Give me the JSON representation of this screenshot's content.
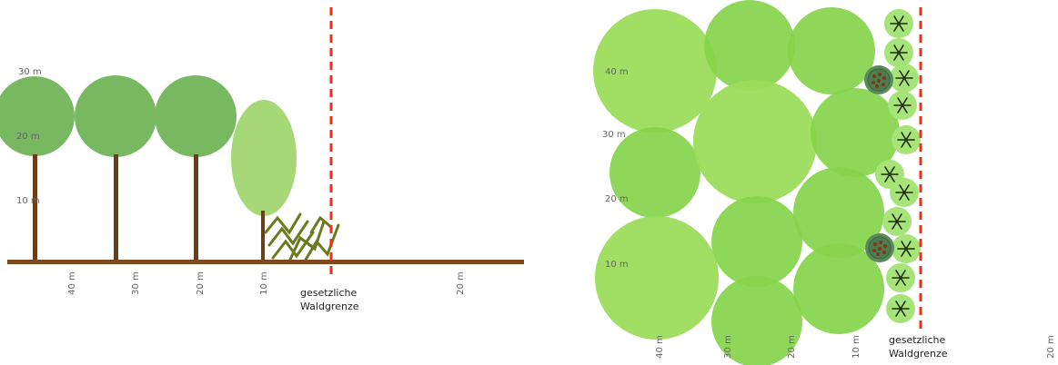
{
  "side_view": {
    "height_labels": [
      "30 m",
      "20 m",
      "10 m"
    ],
    "distance_labels": [
      "40 m",
      "30 m",
      "20 m",
      "10 m",
      "20 m"
    ],
    "boundary_label_line1": "gesetzliche",
    "boundary_label_line2": "Waldgrenze"
  },
  "top_view": {
    "row_labels": [
      "40 m",
      "30 m",
      "20 m",
      "10 m"
    ],
    "distance_labels": [
      "40 m",
      "30 m",
      "20 m",
      "10 m",
      "20 m"
    ],
    "boundary_label_line1": "gesetzliche",
    "boundary_label_line2": "Waldgrenze"
  },
  "colors": {
    "ground": "#7a4a1e",
    "trunk": "#6b3e18",
    "crown_dark": "#78b861",
    "crown_light": "#a6d878",
    "canopy_green": "#86d44a",
    "canopy_light": "#9cdc5c",
    "shrub": "#6b7a1e",
    "boundary": "#e8321e",
    "dot_tree": "#5a8a5a"
  }
}
